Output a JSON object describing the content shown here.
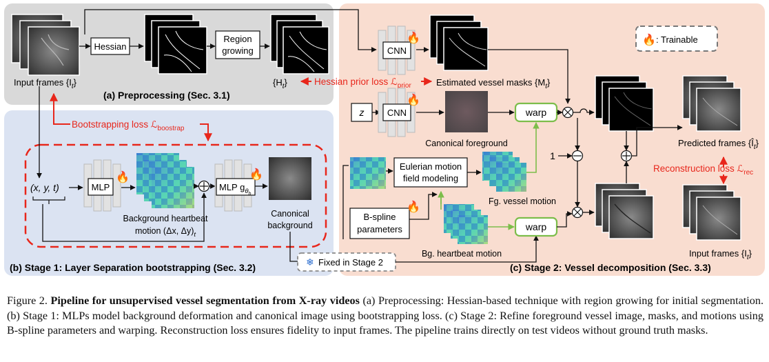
{
  "figure": {
    "preprocessing": {
      "panel_title": "(a) Preprocessing (Sec. 3.1)",
      "input_label": "Input frames {I",
      "input_sub": "t",
      "input_close": "}",
      "hessian_label": "Hessian",
      "region_line1": "Region",
      "region_line2": "growing",
      "H_label": "{H",
      "H_sub": "t",
      "H_close": "}"
    },
    "hessian_prior": {
      "text": "Hessian prior loss ℒ",
      "sub": "prior"
    },
    "bootstrap": {
      "text": "Bootstrapping loss ℒ",
      "sub": "boostrap"
    },
    "stage1": {
      "panel_title": "(b) Stage 1: Layer Separation bootstrapping (Sec. 3.2)",
      "coords": "(x, y, t)",
      "mlp1": "MLP",
      "mlp2": "MLP g",
      "mlp2_sub": "θ",
      "mlp2_subsub": "b",
      "bg_motion_line1": "Background heartbeat",
      "bg_motion_line2": "motion (Δx, Δy)",
      "bg_motion_sub": "t",
      "canon_bg_line1": "Canonical",
      "canon_bg_line2": "background",
      "fixed": "Fixed in Stage 2"
    },
    "stage2": {
      "panel_title": "(c) Stage 2: Vessel decomposition (Sec. 3.3)",
      "cnn1": "CNN",
      "cnn2": "CNN",
      "z": "z",
      "trainable": ": Trainable",
      "masks_label": "Estimated vessel masks {M",
      "masks_sub": "t",
      "masks_close": "}",
      "canon_fg": "Canonical foreground",
      "warp1": "warp",
      "warp2": "warp",
      "eulerian_line1": "Eulerian motion",
      "eulerian_line2": "field modeling",
      "fg_motion": "Fg. vessel motion",
      "bspline_line1": "B-spline",
      "bspline_line2": "parameters",
      "bg_heartbeat": "Bg. heartbeat motion",
      "one": "1",
      "predicted_label": "Predicted frames {Î",
      "predicted_sub": "t",
      "predicted_close": "}",
      "recon_text": "Reconstruction loss ℒ",
      "recon_sub": "rec",
      "input_label": "Input frames {I",
      "input_sub": "t",
      "input_close": "}"
    }
  },
  "caption": {
    "label": "Figure 2.",
    "title": "Pipeline for unsupervised vessel segmentation from X-ray videos",
    "body": " (a) Preprocessing: Hessian-based technique with region growing for initial segmentation. (b) Stage 1: MLPs model background deformation and canonical image using bootstrapping loss. (c) Stage 2: Refine foreground vessel image, masks, and motions using B-spline parameters and warping. Reconstruction loss ensures fidelity to input frames. The pipeline trains directly on test videos without ground truth masks."
  },
  "colors": {
    "panel_a": "#d9d9d9",
    "panel_b": "#dbe3f2",
    "panel_c": "#f9ddd0",
    "loss_red": "#e8261b",
    "warp_green": "#7cbd4a"
  }
}
